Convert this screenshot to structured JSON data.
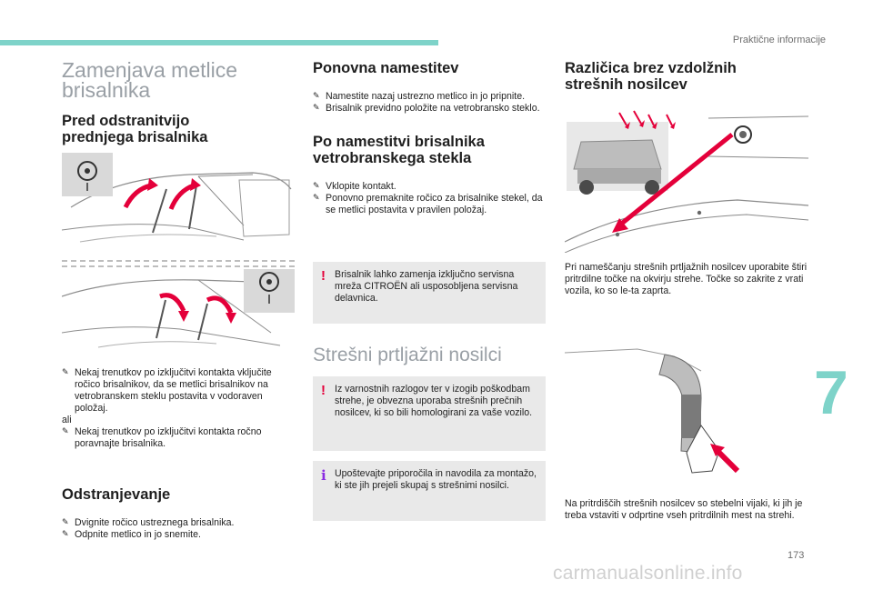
{
  "header": {
    "section": "Praktične informacije"
  },
  "col1": {
    "title_line1": "Zamenjava metlice",
    "title_line2": "brisalnika",
    "subtitle_line1": "Pred odstranitvijo",
    "subtitle_line2": "prednjega brisalnika",
    "bullet1": "Nekaj trenutkov po izključitvi kontakta vključite ročico brisalnikov, da se metlici brisalnikov na vetrobranskem steklu postavita v vodoraven položaj.",
    "ali": "ali",
    "bullet2": "Nekaj trenutkov po izključitvi kontakta ročno poravnajte brisalnika.",
    "removal_title": "Odstranjevanje",
    "removal_bullets": [
      "Dvignite ročico ustreznega brisalnika.",
      "Odpnite metlico in jo snemite."
    ]
  },
  "col2": {
    "reinstall_title": "Ponovna namestitev",
    "reinstall_bullets": [
      "Namestite nazaj ustrezno metlico in jo pripnite.",
      "Brisalnik previdno položite na vetrobransko steklo."
    ],
    "after_title_line1": "Po namestitvi brisalnika",
    "after_title_line2": "vetrobranskega stekla",
    "after_bullets": [
      "Vklopite kontakt.",
      "Ponovno premaknite ročico za brisalnike stekel, da se metlici postavita v pravilen položaj."
    ],
    "note1": "Brisalnik lahko zamenja izključno servisna mreža CITROËN ali usposobljena servisna delavnica.",
    "roof_title": "Strešni prtljažni nosilci",
    "note2": "Iz varnostnih razlogov ter v izogib poškodbam strehe, je obvezna uporaba strešnih prečnih nosilcev, ki so bili homologirani za vaše vozilo.",
    "note3": "Upoštevajte priporočila in navodila za montažo, ki ste jih prejeli skupaj s strešnimi nosilci."
  },
  "col3": {
    "title_line1": "Različica brez vzdolžnih",
    "title_line2": "strešnih nosilcev",
    "para1": "Pri nameščanju strešnih prtljažnih nosilcev uporabite štiri pritrdilne točke na okvirju strehe. Točke so zakrite z vrati vozila, ko so le-ta zaprta.",
    "para2": "Na pritrdiščih strešnih nosilcev so stebelni vijaki, ki jih je treba vstaviti v odprtine vseh pritrdilnih mest na strehi."
  },
  "glyphs": {
    "bullet": "✎",
    "warning": "!",
    "info": "i"
  },
  "colors": {
    "accent": "#7ed3c9",
    "warning": "#e4003a",
    "arrow": "#e4003a",
    "info": "#8a2be2"
  },
  "chapter_number": "7",
  "page_number": "173",
  "watermark": "carmanualsonline.info"
}
